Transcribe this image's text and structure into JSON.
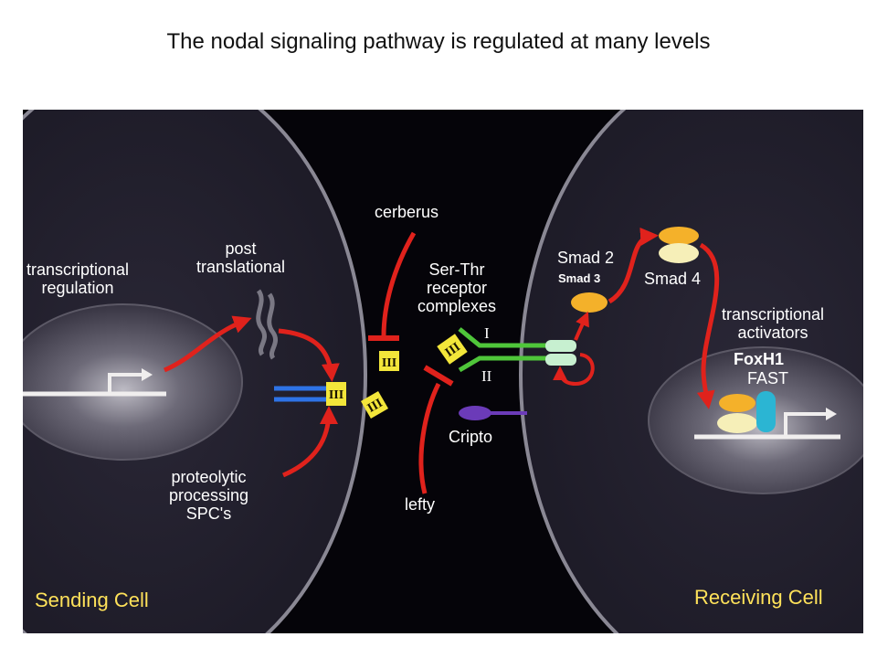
{
  "title": "The nodal signaling pathway is regulated at many levels",
  "labels": {
    "transcriptional_regulation": "transcriptional\nregulation",
    "post_translational": "post\ntranslational",
    "cerberus": "cerberus",
    "ser_thr": "Ser-Thr\nreceptor\ncomplexes",
    "receptor_i": "I",
    "receptor_ii": "II",
    "cripto": "Cripto",
    "lefty": "lefty",
    "proteolytic": "proteolytic\nprocessing\nSPC's",
    "smad2": "Smad 2",
    "smad3": "Smad 3",
    "smad4": "Smad 4",
    "transcriptional_activators": "transcriptional\nactivators",
    "foxh1": "FoxH1",
    "fast": "FAST",
    "sending_cell": "Sending Cell",
    "receiving_cell": "Receiving Cell"
  },
  "ligand_glyph": "III",
  "colors": {
    "panel": "#050409",
    "cell": "#24212e",
    "cell_border": "#8a8894",
    "arrow": "#e0221c",
    "ligand": "#f3e63a",
    "receptor_green": "#4fc63a",
    "receptor_blue": "#2e73e6",
    "smad": "#f4b12a",
    "smad_light": "#f6efb8",
    "fast": "#2bb5d3",
    "cripto": "#6b3bb8",
    "cell_label": "#ffe25a"
  }
}
